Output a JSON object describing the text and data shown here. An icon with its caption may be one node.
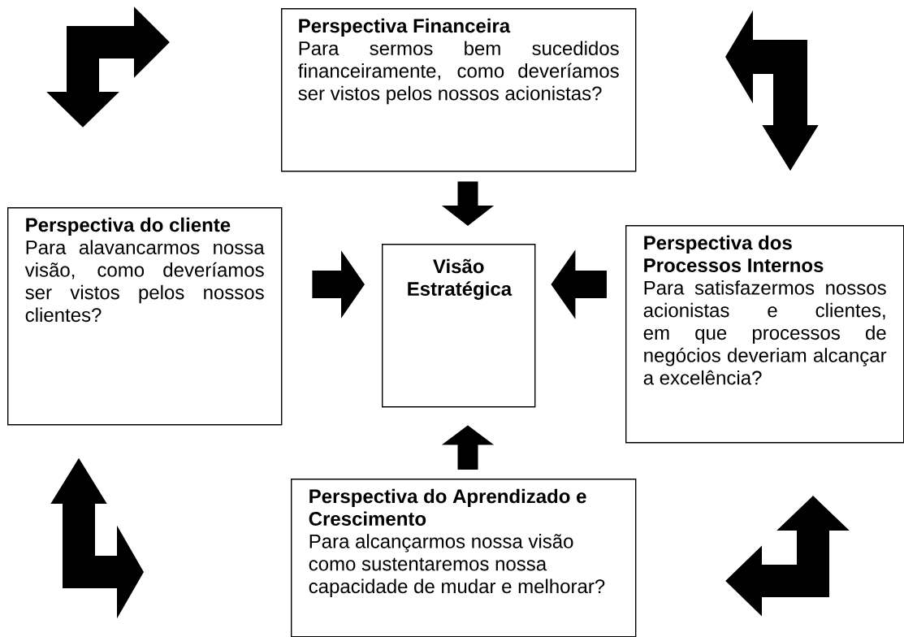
{
  "diagram": {
    "nodes": [
      {
        "text": [
          "Perspectiva Financeira",
          "Para sermos bem sucedidos financeiramente, como deveríamos ser vistos pelos nossos acionistas?"
        ]
      },
      {
        "text": [
          "Perspectiva do cliente",
          "Para alavancarmos nossa visão, como deveríamos ser vistos pelos nossos clientes?"
        ]
      },
      {
        "text": [
          "Visão Estratégica"
        ]
      },
      {
        "text": [
          "Perspectiva dos Processos Internos",
          "Para satisfazermos nossos acionistas e clientes, em que processos de negócios deveriam alcançar a excelência?"
        ]
      },
      {
        "text": [
          "Perspectiva do Aprendizado e Crescimento",
          "Para alcançarmos nossa visão como sustentaremos nossa capacidade de mudar e melhorar?"
        ]
      }
    ],
    "edges": [
      {
        "from": 0,
        "to": 2,
        "arrow": "to"
      },
      {
        "from": 1,
        "to": 2,
        "arrow": "to"
      },
      {
        "from": 3,
        "to": 2,
        "arrow": "to"
      },
      {
        "from": 4,
        "to": 2,
        "arrow": "to"
      }
    ]
  }
}
